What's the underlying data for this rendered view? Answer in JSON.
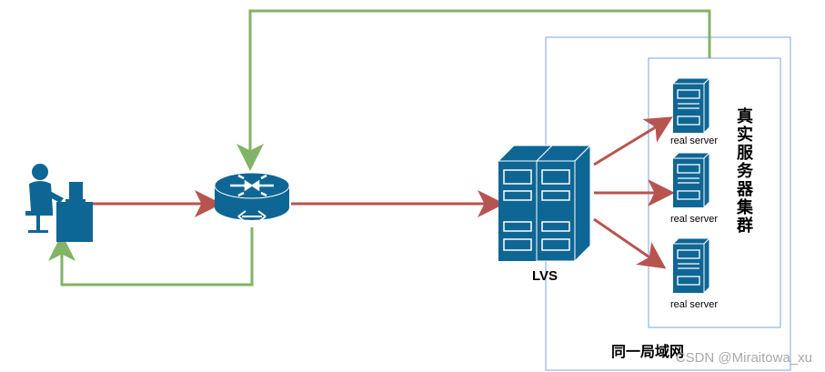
{
  "labels": {
    "lvs": "LVS",
    "real_server_1": "real server",
    "real_server_2": "real server",
    "real_server_3": "real server",
    "cluster_title": "真实服务器集群",
    "lan_title": "同一局域网",
    "watermark": "CSDN @Miraitowa_xu"
  },
  "colors": {
    "response_path": "#82b366",
    "request_path": "#b85450",
    "device_fill": "#0e6694",
    "box_border": "#7ea6e0"
  },
  "icons": [
    "user-at-desk-icon",
    "router-icon",
    "lvs-server-icon",
    "server-tower-icon"
  ]
}
